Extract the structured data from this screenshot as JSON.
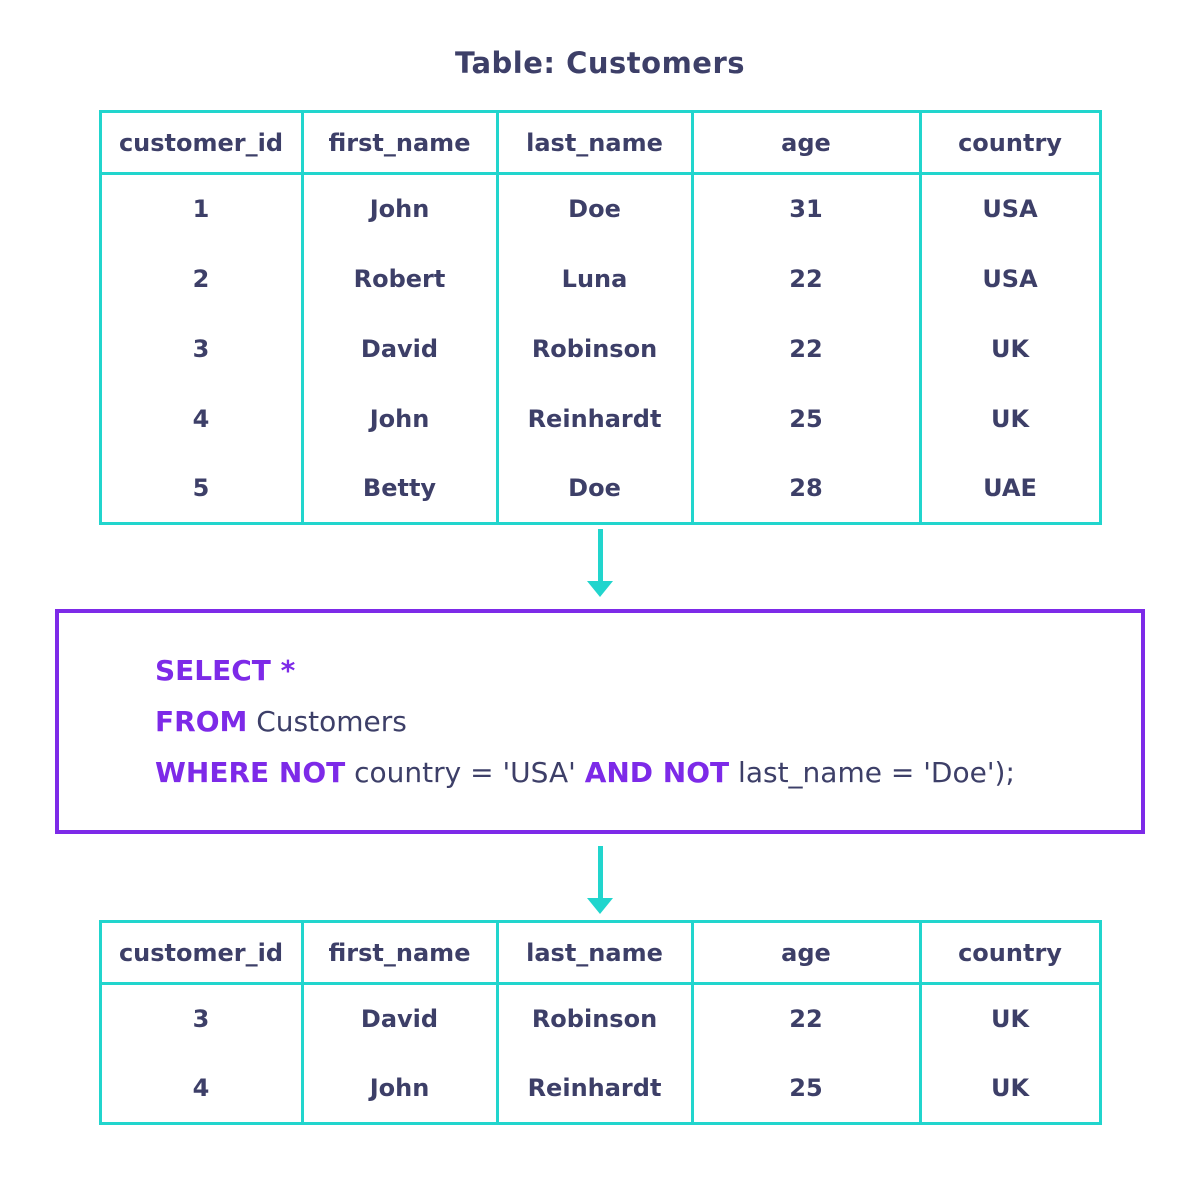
{
  "title": "Table: Customers",
  "colors": {
    "text_color": "#3d3f68",
    "table_border_color": "#21d5cd",
    "arrow_color": "#21d5cd",
    "keyword_color": "#7d2ae8",
    "code_border_color": "#7d2ae8"
  },
  "customers_table": {
    "columns": [
      "customer_id",
      "first_name",
      "last_name",
      "age",
      "country"
    ],
    "rows": [
      [
        "1",
        "John",
        "Doe",
        "31",
        "USA"
      ],
      [
        "2",
        "Robert",
        "Luna",
        "22",
        "USA"
      ],
      [
        "3",
        "David",
        "Robinson",
        "22",
        "UK"
      ],
      [
        "4",
        "John",
        "Reinhardt",
        "25",
        "UK"
      ],
      [
        "5",
        "Betty",
        "Doe",
        "28",
        "UAE"
      ]
    ]
  },
  "sql": {
    "lines": [
      {
        "segments": [
          {
            "text": "SELECT *",
            "type": "keyword"
          }
        ]
      },
      {
        "segments": [
          {
            "text": "FROM",
            "type": "keyword"
          },
          {
            "text": " Customers",
            "type": "plain"
          }
        ]
      },
      {
        "segments": [
          {
            "text": "WHERE NOT",
            "type": "keyword"
          },
          {
            "text": " country = 'USA' ",
            "type": "plain"
          },
          {
            "text": "AND NOT",
            "type": "keyword"
          },
          {
            "text": " last_name = 'Doe');",
            "type": "plain"
          }
        ]
      }
    ]
  },
  "result_table": {
    "columns": [
      "customer_id",
      "first_name",
      "last_name",
      "age",
      "country"
    ],
    "rows": [
      [
        "3",
        "David",
        "Robinson",
        "22",
        "UK"
      ],
      [
        "4",
        "John",
        "Reinhardt",
        "25",
        "UK"
      ]
    ]
  }
}
